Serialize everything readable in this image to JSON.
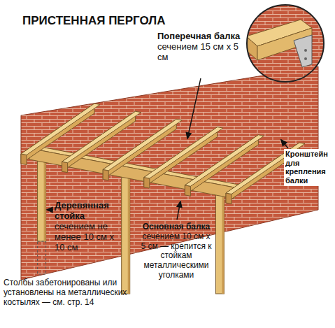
{
  "diagram": {
    "title": "ПРИСТЕННАЯ ПЕРГОЛА",
    "labels": [
      "Поперечная балка",
      "сечением 15 см х 5 см",
      "Кронштейн для крепления балки",
      "Деревянная стойка",
      "сечением не менее 10 см х 10 см",
      "Основная балка",
      "сечением 10 см х 5 см — крепится к стойкам металлическими уголками",
      "Столбы забетонированы или установлены на металлических костылях — см. стр. 14"
    ]
  }
}
